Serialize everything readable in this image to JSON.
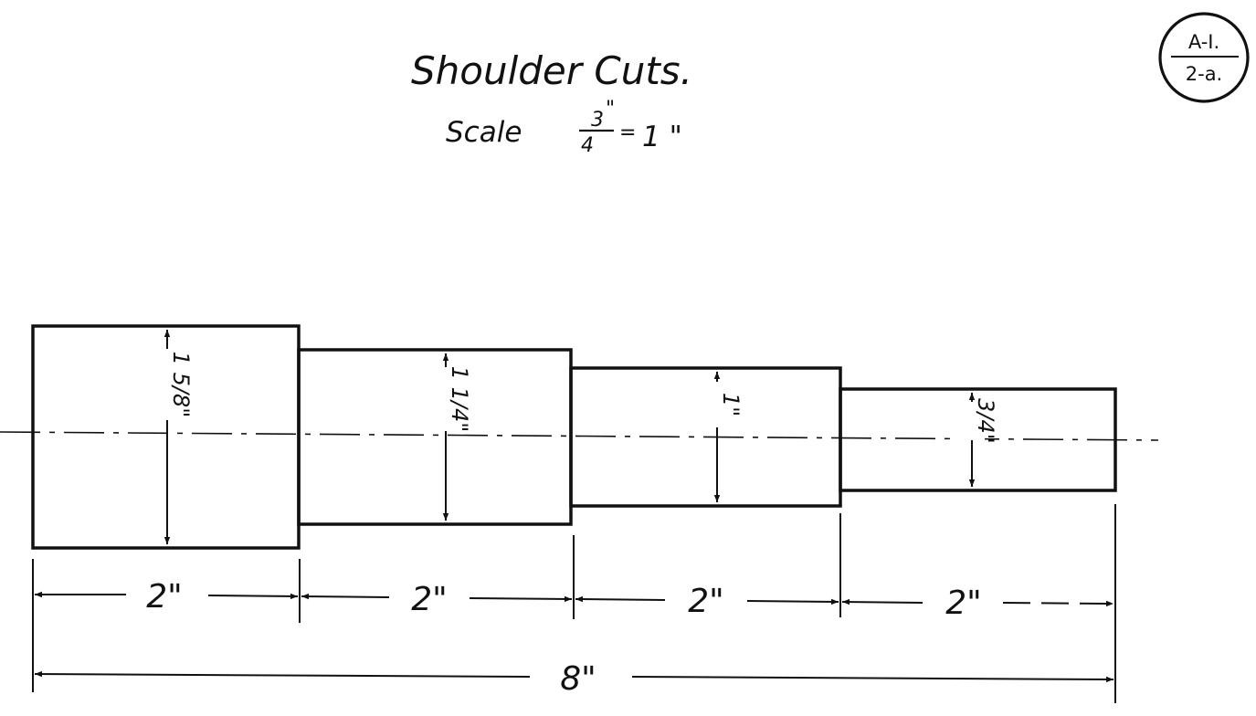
{
  "title": "Shoulder Cuts.",
  "scale": {
    "label": "Scale",
    "numerator": "3",
    "inch_mark": "\"",
    "denominator": "4",
    "equals": "=",
    "value": "1 \""
  },
  "sheet_tag": {
    "top": "A-I.",
    "bottom": "2-a."
  },
  "sections": [
    {
      "diameter_label": "1 5/8\"",
      "length_label": "2\""
    },
    {
      "diameter_label": "1 1/4\"",
      "length_label": "2\""
    },
    {
      "diameter_label": "1\"",
      "length_label": "2\""
    },
    {
      "diameter_label": "3/4\"",
      "length_label": "2\""
    }
  ],
  "overall_length_label": "8\"",
  "colors": {
    "ink": "#111111",
    "paper": "#ffffff"
  }
}
